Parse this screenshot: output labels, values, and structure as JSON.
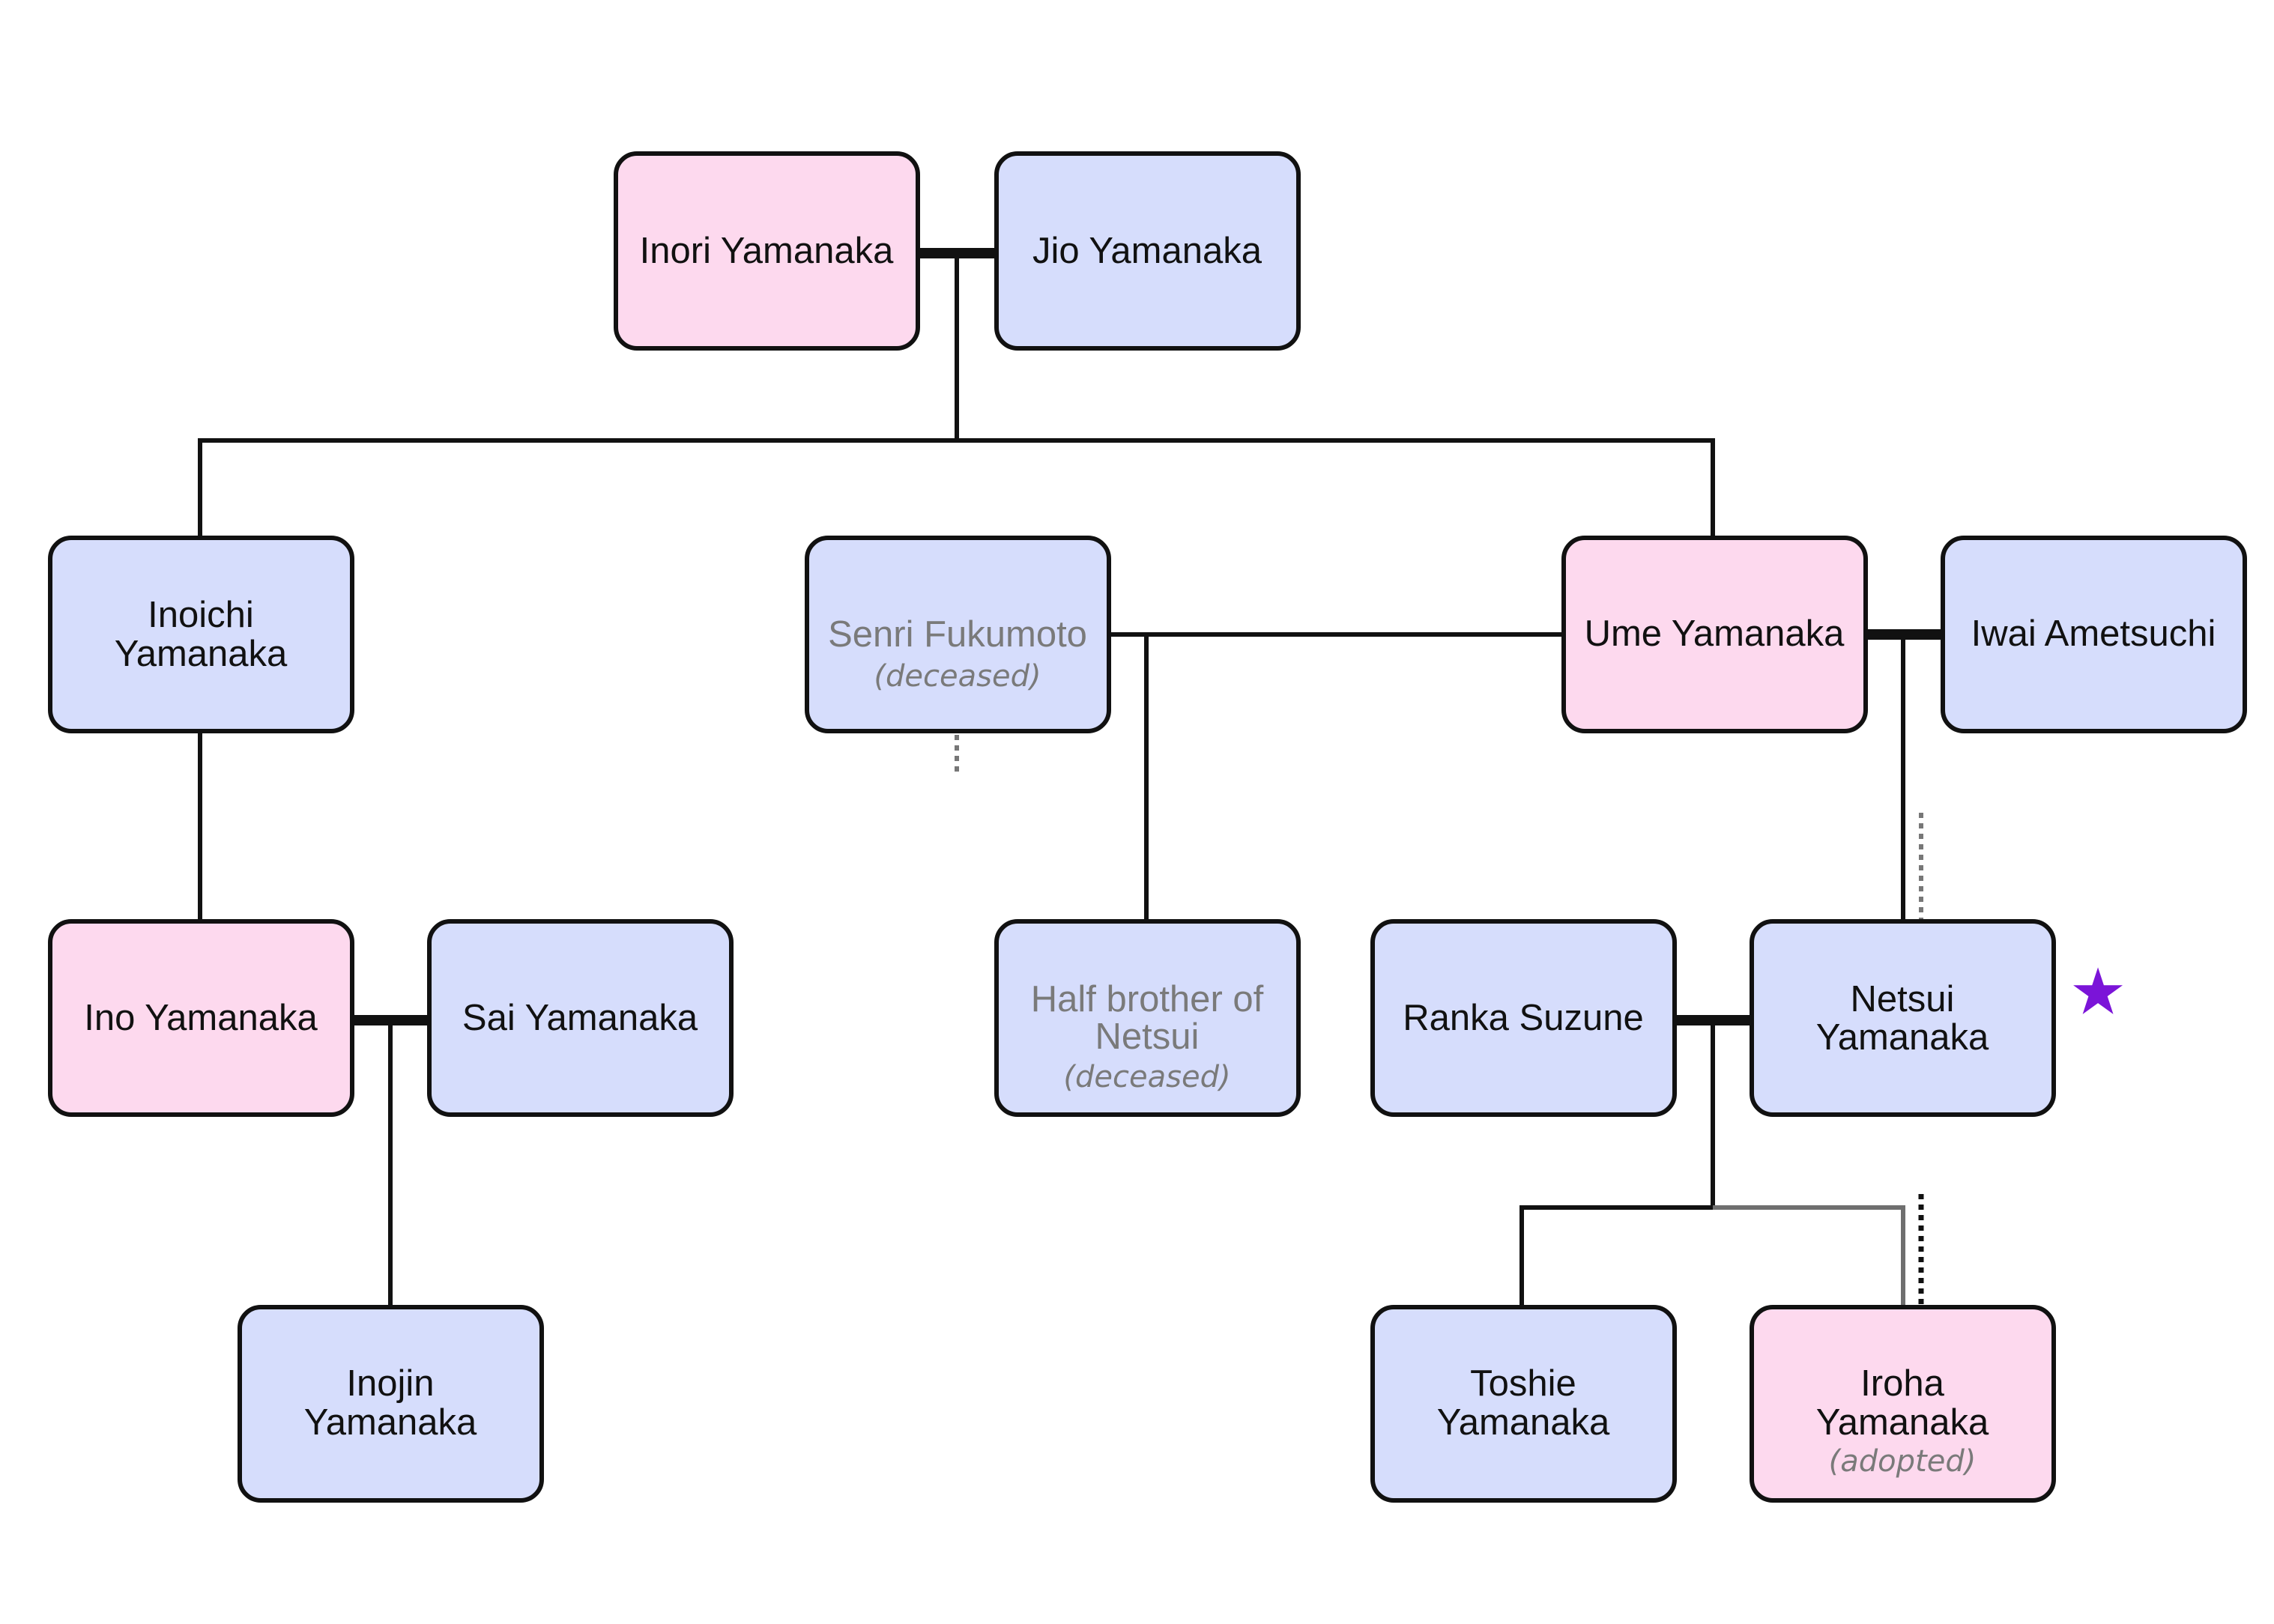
{
  "people": {
    "inori": {
      "name": "Inori Yamanaka"
    },
    "jio": {
      "name": "Jio Yamanaka"
    },
    "inoichi": {
      "name_line1": "Inoichi",
      "name_line2": "Yamanaka"
    },
    "senri": {
      "name": "Senri Fukumoto",
      "note": "(deceased)"
    },
    "ume": {
      "name": "Ume Yamanaka"
    },
    "iwai": {
      "name": "Iwai Ametsuchi"
    },
    "ino": {
      "name": "Ino Yamanaka"
    },
    "sai": {
      "name": "Sai Yamanaka"
    },
    "half_brother": {
      "name_line1": "Half brother of",
      "name_line2": "Netsui",
      "note": "(deceased)"
    },
    "ranka": {
      "name": "Ranka Suzune"
    },
    "netsui": {
      "name_line1": "Netsui",
      "name_line2": "Yamanaka"
    },
    "inojin": {
      "name_line1": "Inojin",
      "name_line2": "Yamanaka"
    },
    "toshie": {
      "name_line1": "Toshie",
      "name_line2": "Yamanaka"
    },
    "iroha": {
      "name_line1": "Iroha",
      "name_line2": "Yamanaka",
      "note": "(adopted)"
    }
  },
  "marker": {
    "icon": "star-icon",
    "glyph": "★",
    "color": "#7b14d8"
  },
  "colors": {
    "female": "#fdd9ee",
    "male": "#d6ddfc",
    "dimmed_text": "#7a7a7a"
  }
}
